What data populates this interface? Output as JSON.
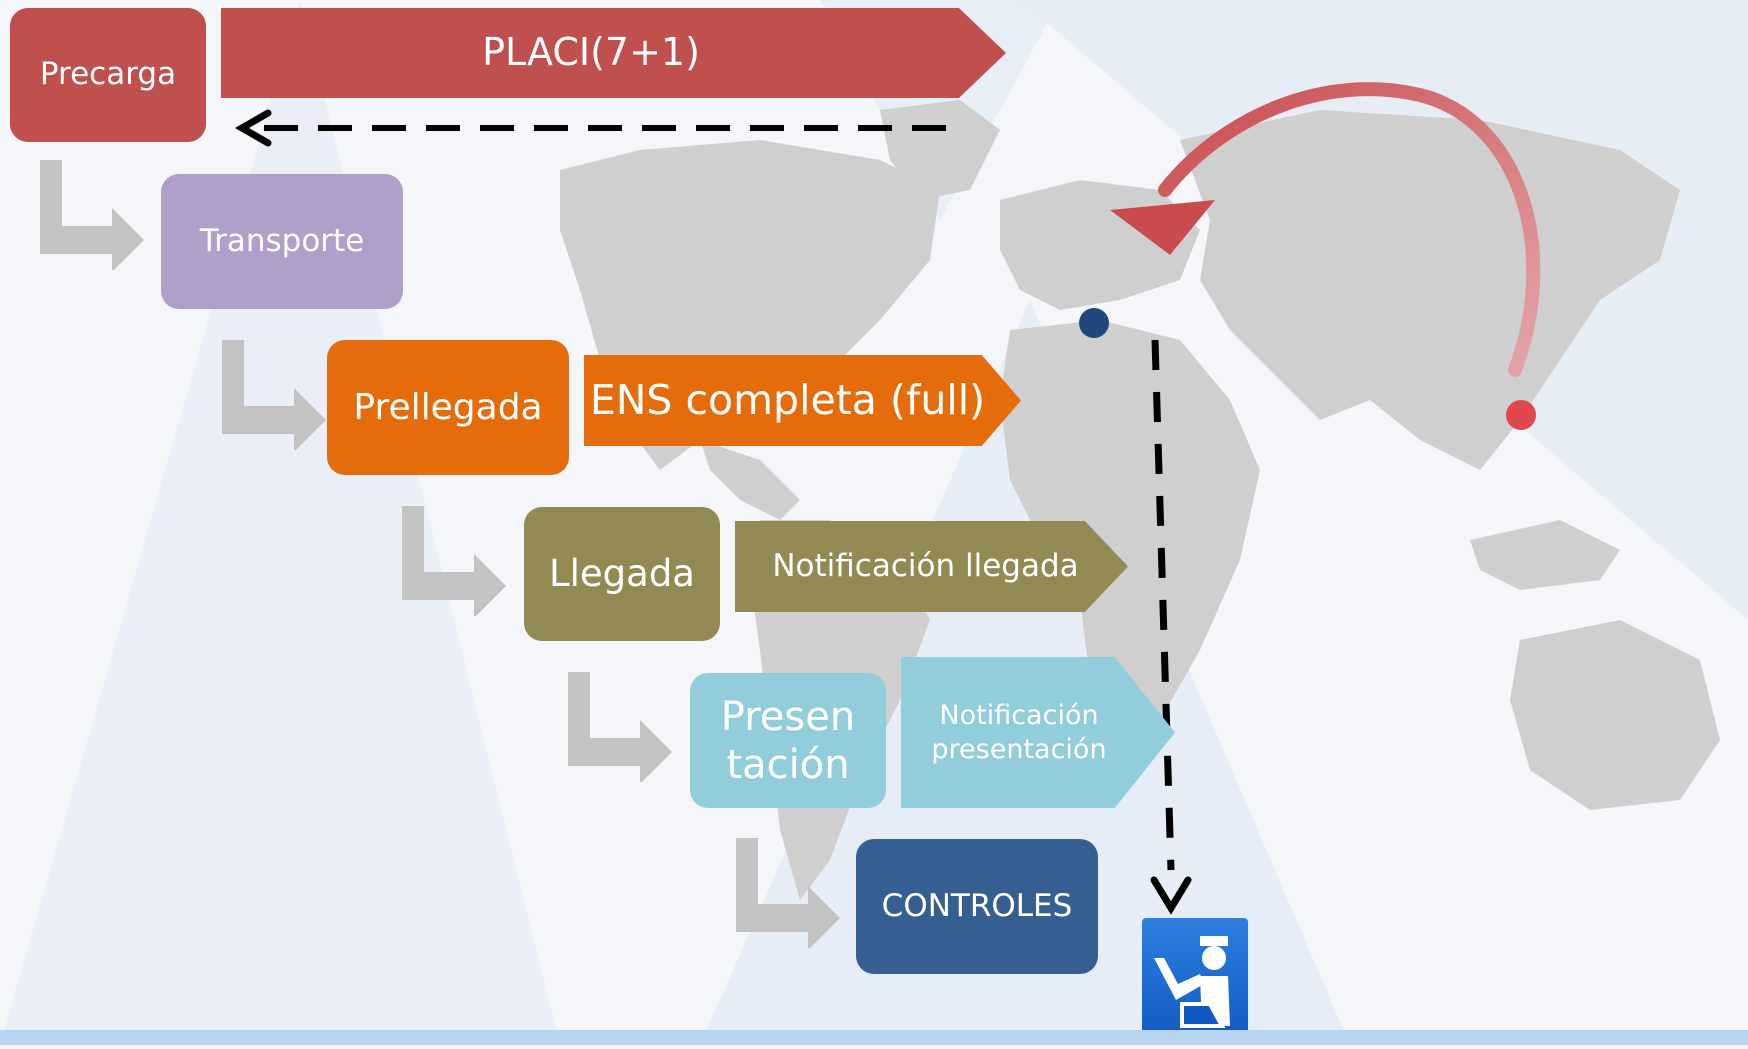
{
  "stages": {
    "precarga": "Precarga",
    "transporte": "Transporte",
    "prellegada": "Prellegada",
    "llegada": "Llegada",
    "presentacion_line1": "Presen",
    "presentacion_line2": "tación",
    "controles": "CONTROLES"
  },
  "messages": {
    "placi": "PLACI(7+1)",
    "ens": "ENS completa (full)",
    "notif_llegada": "Notificación llegada",
    "notif_presentacion_line1": "Notificación",
    "notif_presentacion_line2": "presentación"
  },
  "colors": {
    "precarga": "#c0504d",
    "transporte": "#b09fc8",
    "prellegada": "#e46c0a",
    "llegada": "#938953",
    "presentacion": "#92cddc",
    "controles": "#365f91",
    "elbow": "#c3c3c3",
    "origin_dot": "#e0474c",
    "dest_dot": "#1f497d"
  },
  "icons": [
    "customs-officer-icon",
    "world-map",
    "return-arrow",
    "route-arc"
  ]
}
